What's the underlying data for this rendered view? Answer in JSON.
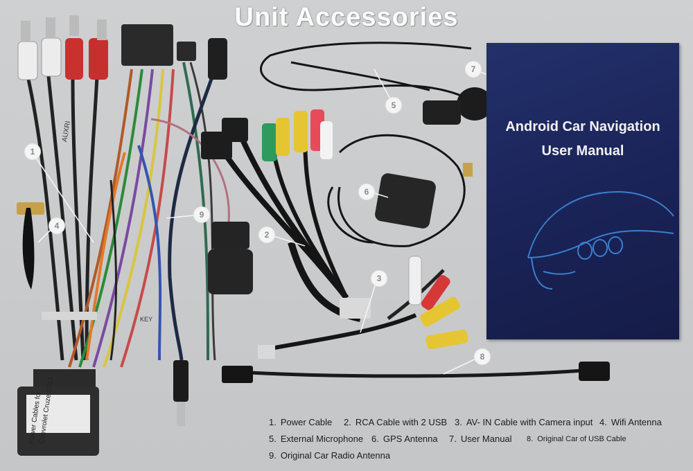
{
  "title": "Unit Accessories",
  "manual": {
    "title_line1": "Android Car Navigation",
    "title_line2": "User Manual"
  },
  "labels": {
    "l2": "AUXRI",
    "l3": "KEY",
    "l4": "Power Cables for",
    "l5": "Chevrolet Cruze 2012"
  },
  "callouts": [
    "1",
    "2",
    "3",
    "4",
    "5",
    "6",
    "7",
    "8",
    "9"
  ],
  "legend": [
    {
      "num": "1.",
      "text": "Power Cable"
    },
    {
      "num": "2.",
      "text": "RCA Cable with 2 USB"
    },
    {
      "num": "3.",
      "text": "AV- IN Cable with Camera input"
    },
    {
      "num": "4.",
      "text": "Wifi Antenna"
    },
    {
      "num": "5.",
      "text": "External Microphone"
    },
    {
      "num": "6.",
      "text": "GPS Antenna"
    },
    {
      "num": "7.",
      "text": "User Manual"
    },
    {
      "num": "8.",
      "text": "Original Car of USB Cable"
    },
    {
      "num": "9.",
      "text": "Original Car Radio Antenna"
    }
  ]
}
